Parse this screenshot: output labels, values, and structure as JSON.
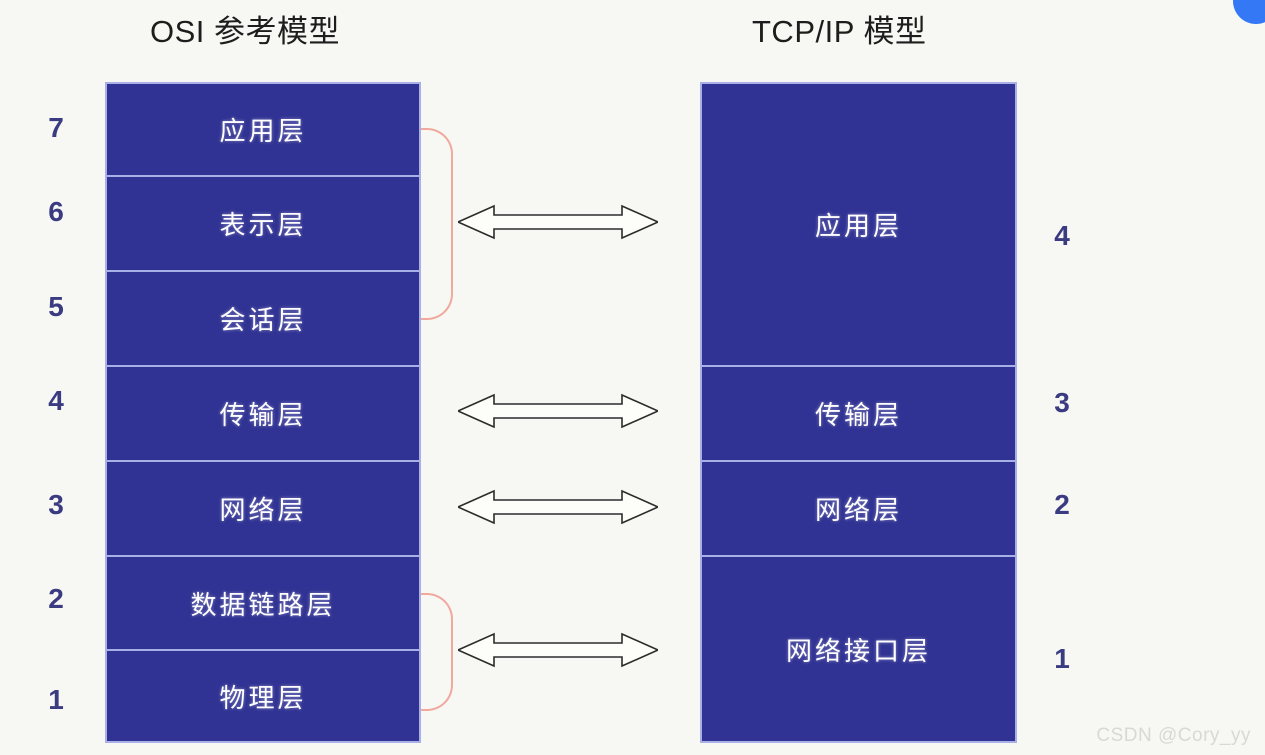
{
  "titles": {
    "osi": "OSI 参考模型",
    "tcpip": "TCP/IP 模型"
  },
  "osi": {
    "layers": [
      {
        "number": "7",
        "label": "应用层"
      },
      {
        "number": "6",
        "label": "表示层"
      },
      {
        "number": "5",
        "label": "会话层"
      },
      {
        "number": "4",
        "label": "传输层"
      },
      {
        "number": "3",
        "label": "网络层"
      },
      {
        "number": "2",
        "label": "数据链路层"
      },
      {
        "number": "1",
        "label": "物理层"
      }
    ]
  },
  "tcpip": {
    "layers": [
      {
        "number": "4",
        "label": "应用层"
      },
      {
        "number": "3",
        "label": "传输层"
      },
      {
        "number": "2",
        "label": "网络层"
      },
      {
        "number": "1",
        "label": "网络接口层"
      }
    ]
  },
  "mapping": {
    "arrows": [
      {
        "name": "arrow-application",
        "osi_layers": [
          "7",
          "6",
          "5"
        ],
        "tcpip_layer": "4"
      },
      {
        "name": "arrow-transport",
        "osi_layers": [
          "4"
        ],
        "tcpip_layer": "3"
      },
      {
        "name": "arrow-network",
        "osi_layers": [
          "3"
        ],
        "tcpip_layer": "2"
      },
      {
        "name": "arrow-link",
        "osi_layers": [
          "2",
          "1"
        ],
        "tcpip_layer": "1"
      }
    ]
  },
  "colors": {
    "layer_fill": "#313394",
    "layer_border": "#a9b0e8",
    "number": "#3b3b82",
    "bracket": "#f0a99c",
    "background": "#f7f8f3",
    "badge": "#3478f6"
  },
  "watermark": "CSDN @Cory_yy"
}
